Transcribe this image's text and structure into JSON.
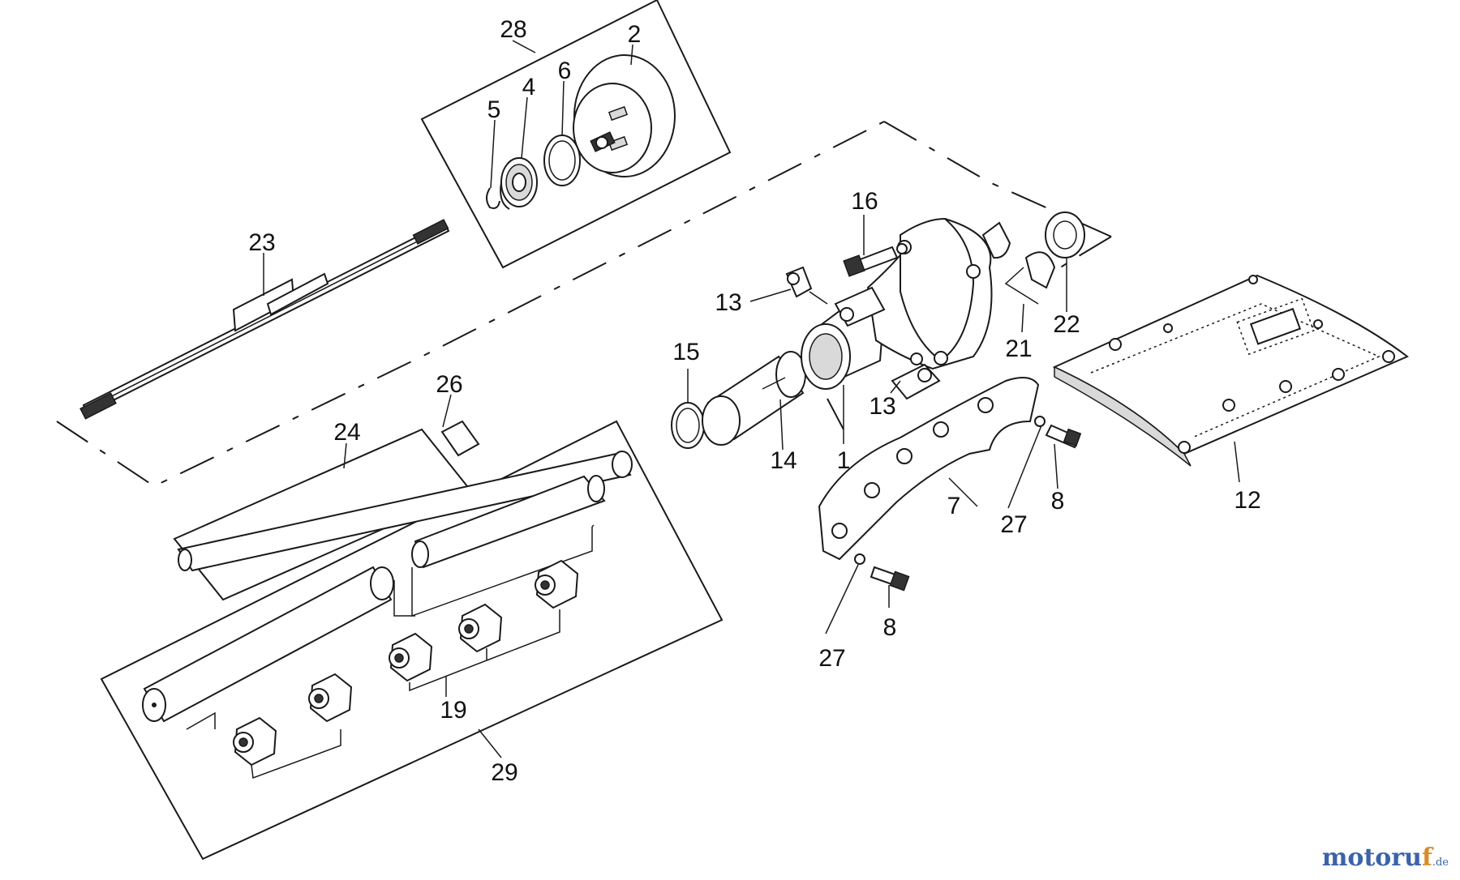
{
  "diagram": {
    "callouts": {
      "c28": "28",
      "c2": "2",
      "c6": "6",
      "c4": "4",
      "c5": "5",
      "c23": "23",
      "c26": "26",
      "c24": "24",
      "c16": "16",
      "c13a": "13",
      "c15": "15",
      "c13b": "13",
      "c14": "14",
      "c1": "1",
      "c21": "21",
      "c22": "22",
      "c7": "7",
      "c27a": "27",
      "c8a": "8",
      "c12": "12",
      "c8b": "8",
      "c27b": "27",
      "c19": "19",
      "c29": "29"
    }
  },
  "watermark": {
    "main": "motoruf",
    "accent": "f",
    "suffix": ".de"
  }
}
